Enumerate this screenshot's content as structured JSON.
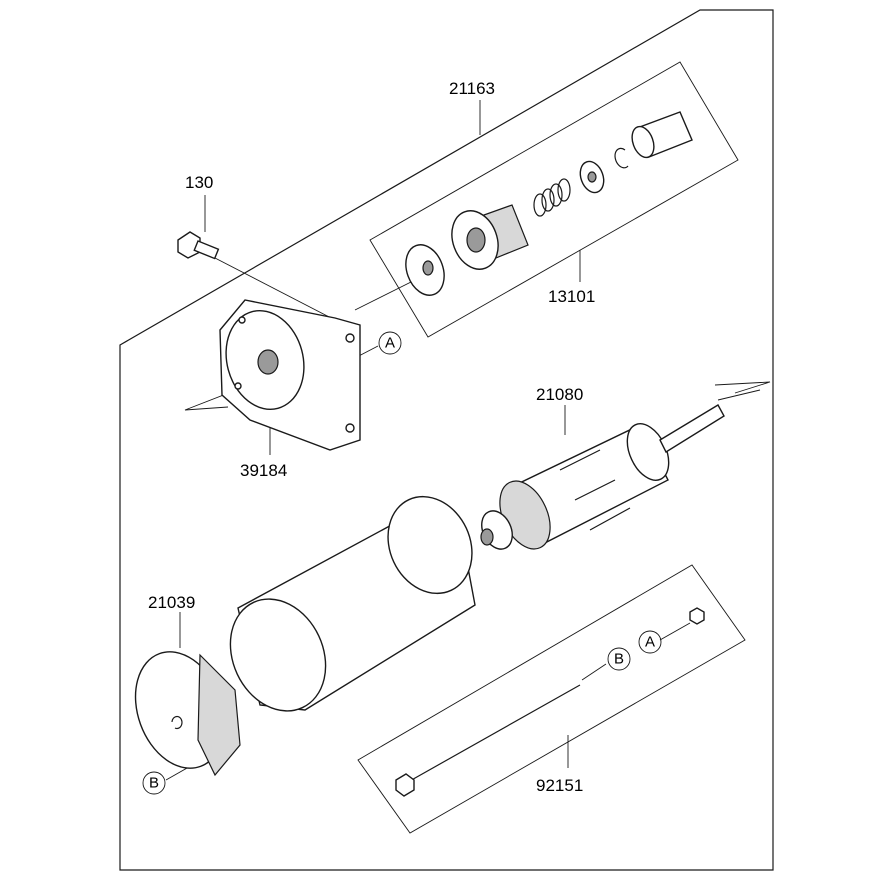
{
  "labels": {
    "assembly": "21163",
    "bolt": "130",
    "drive_kit": "13101",
    "front_bracket": "39184",
    "armature": "21080",
    "end_cover": "21039",
    "through_bolt": "92151"
  },
  "markers": {
    "a": "A",
    "b": "B"
  }
}
